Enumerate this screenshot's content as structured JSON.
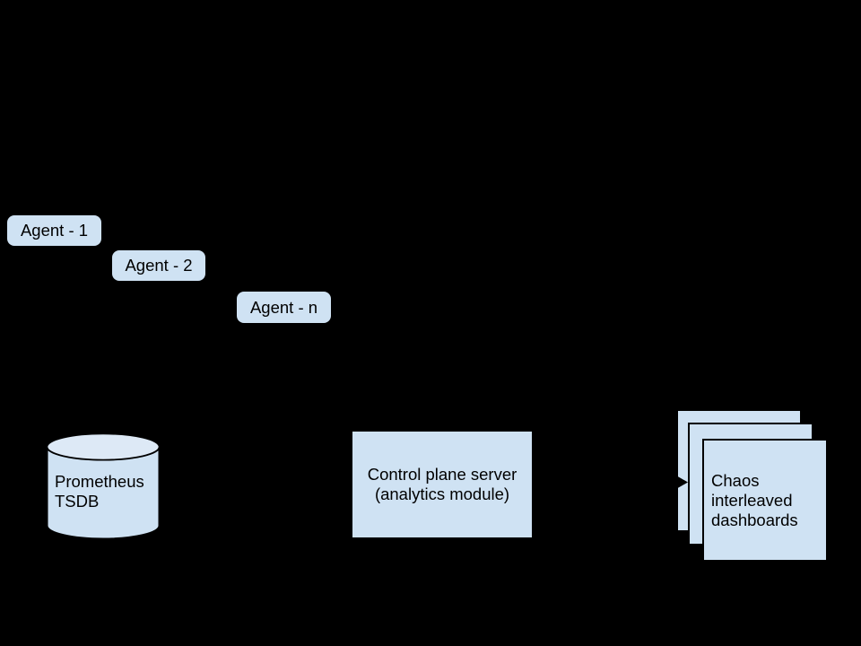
{
  "diagram": {
    "background": "#000000",
    "node_fill": "#cfe2f3",
    "cylinder_top_fill": "#dde9f6",
    "outline_color": "#000000",
    "text_color": "#000000",
    "agents": [
      {
        "label": "Agent - 1"
      },
      {
        "label": "Agent - 2"
      },
      {
        "label": "Agent - n"
      }
    ],
    "database": {
      "lines": [
        "Prometheus",
        "TSDB"
      ]
    },
    "server": {
      "lines": [
        "Control plane server",
        "(analytics module)"
      ]
    },
    "dashboards": {
      "lines": [
        "Chaos",
        "interleaved",
        "dashboards"
      ]
    }
  }
}
